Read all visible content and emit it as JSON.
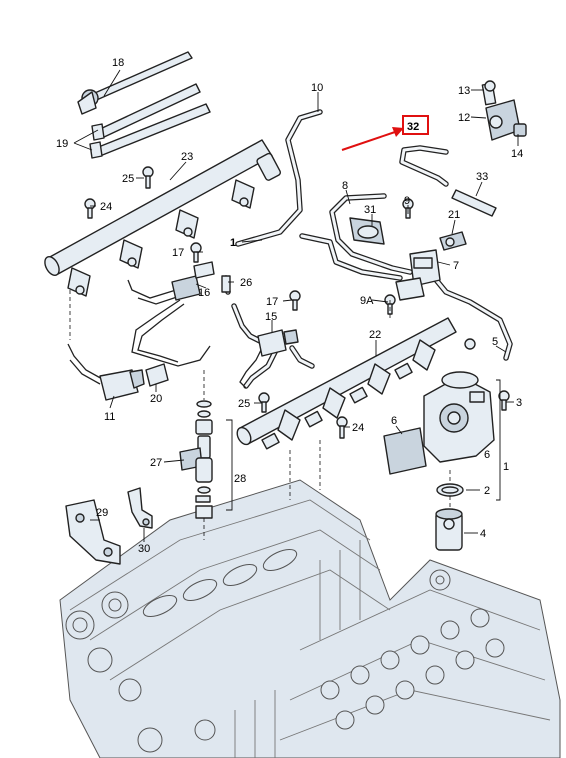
{
  "labels": {
    "p1": "1",
    "p1b": "1",
    "p2": "2",
    "p3": "3",
    "p4": "4",
    "p5": "5",
    "p6": "6",
    "p6b": "6",
    "p7": "7",
    "p8": "8",
    "p9": "9",
    "p9a": "9A",
    "p10": "10",
    "p11": "11",
    "p12": "12",
    "p13": "13",
    "p14": "14",
    "p15": "15",
    "p16": "16",
    "p17": "17",
    "p17b": "17",
    "p18": "18",
    "p19": "19",
    "p20": "20",
    "p21": "21",
    "p22": "22",
    "p23": "23",
    "p24": "24",
    "p24b": "24",
    "p25": "25",
    "p25b": "25",
    "p26": "26",
    "p27": "27",
    "p28": "28",
    "p29": "29",
    "p30": "30",
    "p31": "31",
    "p32": "32",
    "p33": "33"
  },
  "highlight": {
    "part": "32",
    "color": "#e01010"
  }
}
